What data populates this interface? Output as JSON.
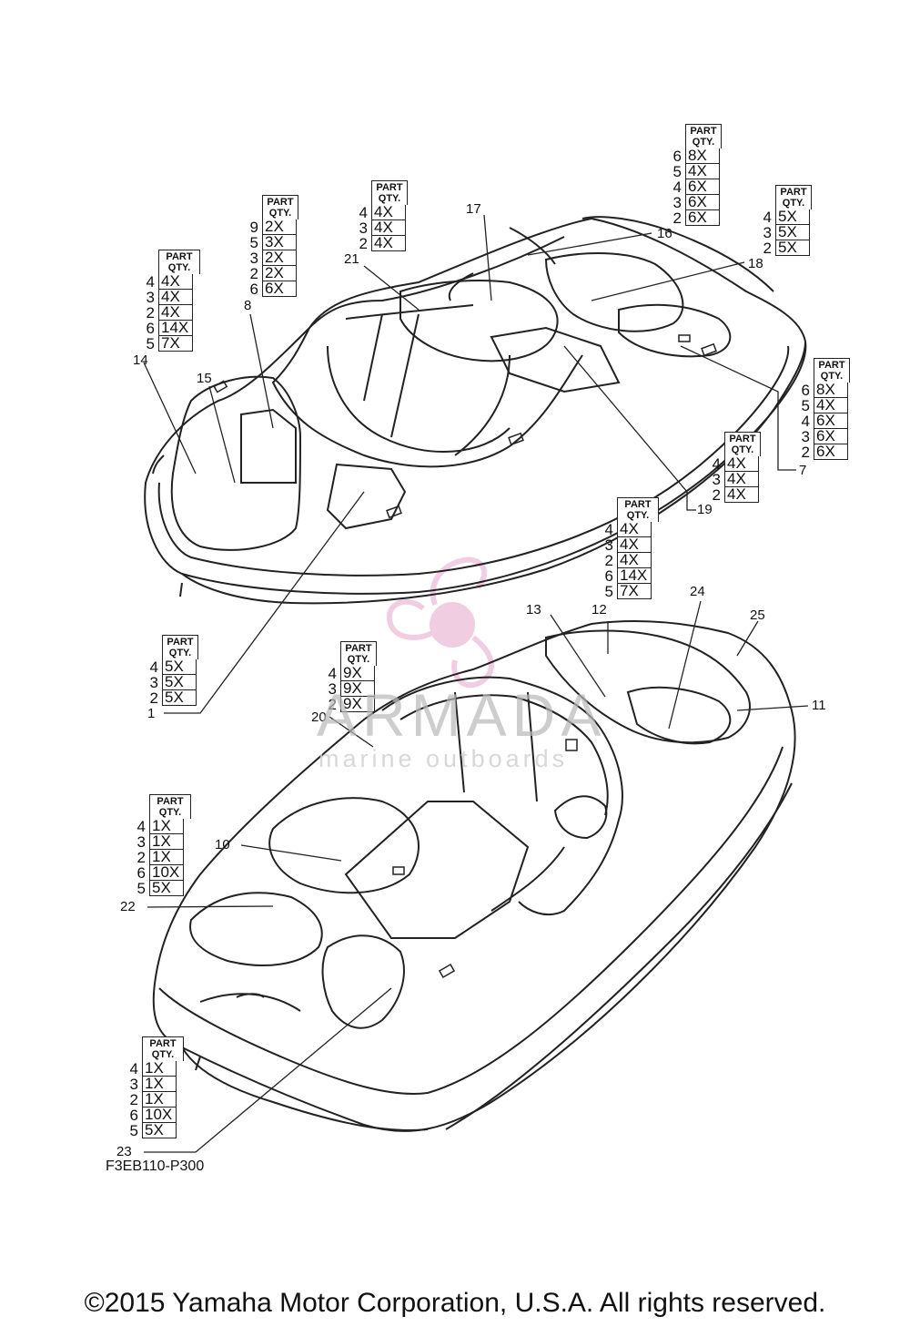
{
  "watermark": {
    "brand": "ARMADA",
    "tagline": "marine outboards",
    "accent": "#e6a6cc"
  },
  "footer_text": "©2015 Yamaha Motor Corporation, U.S.A. All rights reserved.",
  "figure_code": "F3EB110-P300",
  "qty_header": "PART QTY.",
  "qty_tables": [
    {
      "callout": "8",
      "rows": [
        [
          "9",
          "2X"
        ],
        [
          "5",
          "3X"
        ],
        [
          "3",
          "2X"
        ],
        [
          "2",
          "2X"
        ],
        [
          "6",
          "6X"
        ]
      ]
    },
    {
      "callout": "14",
      "rows": [
        [
          "4",
          "4X"
        ],
        [
          "3",
          "4X"
        ],
        [
          "2",
          "4X"
        ],
        [
          "6",
          "14X"
        ],
        [
          "5",
          "7X"
        ]
      ]
    },
    {
      "callout": "21",
      "rows": [
        [
          "4",
          "4X"
        ],
        [
          "3",
          "4X"
        ],
        [
          "2",
          "4X"
        ]
      ]
    },
    {
      "callout": "16",
      "rows": [
        [
          "6",
          "8X"
        ],
        [
          "5",
          "4X"
        ],
        [
          "4",
          "6X"
        ],
        [
          "3",
          "6X"
        ],
        [
          "2",
          "6X"
        ]
      ]
    },
    {
      "callout": "18",
      "rows": [
        [
          "4",
          "5X"
        ],
        [
          "3",
          "5X"
        ],
        [
          "2",
          "5X"
        ]
      ]
    },
    {
      "callout": "7",
      "rows": [
        [
          "6",
          "8X"
        ],
        [
          "5",
          "4X"
        ],
        [
          "4",
          "6X"
        ],
        [
          "3",
          "6X"
        ],
        [
          "2",
          "6X"
        ]
      ]
    },
    {
      "callout": "19",
      "rows": [
        [
          "4",
          "4X"
        ],
        [
          "3",
          "4X"
        ],
        [
          "2",
          "4X"
        ]
      ]
    },
    {
      "callout": "12",
      "rows": [
        [
          "4",
          "4X"
        ],
        [
          "3",
          "4X"
        ],
        [
          "2",
          "4X"
        ],
        [
          "6",
          "14X"
        ],
        [
          "5",
          "7X"
        ]
      ]
    },
    {
      "callout": "1",
      "rows": [
        [
          "4",
          "5X"
        ],
        [
          "3",
          "5X"
        ],
        [
          "2",
          "5X"
        ]
      ]
    },
    {
      "callout": "20",
      "rows": [
        [
          "4",
          "9X"
        ],
        [
          "3",
          "9X"
        ],
        [
          "2",
          "9X"
        ]
      ]
    },
    {
      "callout": "22",
      "rows": [
        [
          "4",
          "1X"
        ],
        [
          "3",
          "1X"
        ],
        [
          "2",
          "1X"
        ],
        [
          "6",
          "10X"
        ],
        [
          "5",
          "5X"
        ]
      ]
    },
    {
      "callout": "23",
      "rows": [
        [
          "4",
          "1X"
        ],
        [
          "3",
          "1X"
        ],
        [
          "2",
          "1X"
        ],
        [
          "6",
          "10X"
        ],
        [
          "5",
          "5X"
        ]
      ]
    }
  ],
  "callouts": [
    "17",
    "16",
    "21",
    "18",
    "8",
    "14",
    "15",
    "7",
    "19",
    "1",
    "13",
    "12",
    "24",
    "25",
    "11",
    "20",
    "10",
    "22",
    "23"
  ]
}
